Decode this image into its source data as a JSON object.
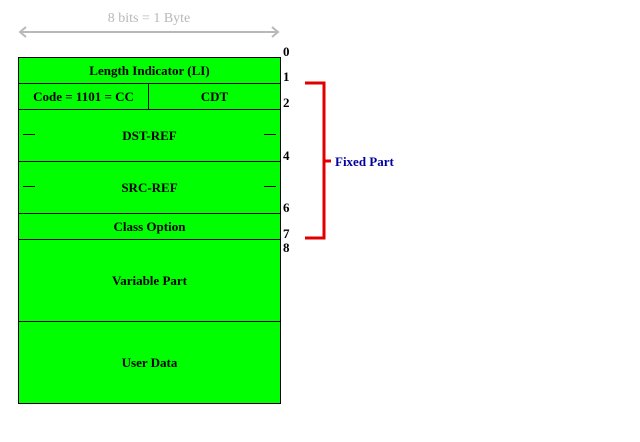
{
  "header": {
    "width_label": "8 bits = 1 Byte"
  },
  "fields": {
    "length_indicator": "Length Indicator (LI)",
    "code": "Code = 1101 = CC",
    "cdt": "CDT",
    "dst_ref": "DST-REF",
    "src_ref": "SRC-REF",
    "class_option": "Class Option",
    "variable_part": "Variable Part",
    "user_data": "User Data"
  },
  "offsets": [
    "0",
    "1",
    "2",
    "4",
    "6",
    "7",
    "8"
  ],
  "bracket": {
    "label": "Fixed Part"
  },
  "colors": {
    "field": "#00ff00",
    "bracket": "#e00000",
    "bracket_label": "#0000a0",
    "width_label": "#b8b8b8"
  }
}
